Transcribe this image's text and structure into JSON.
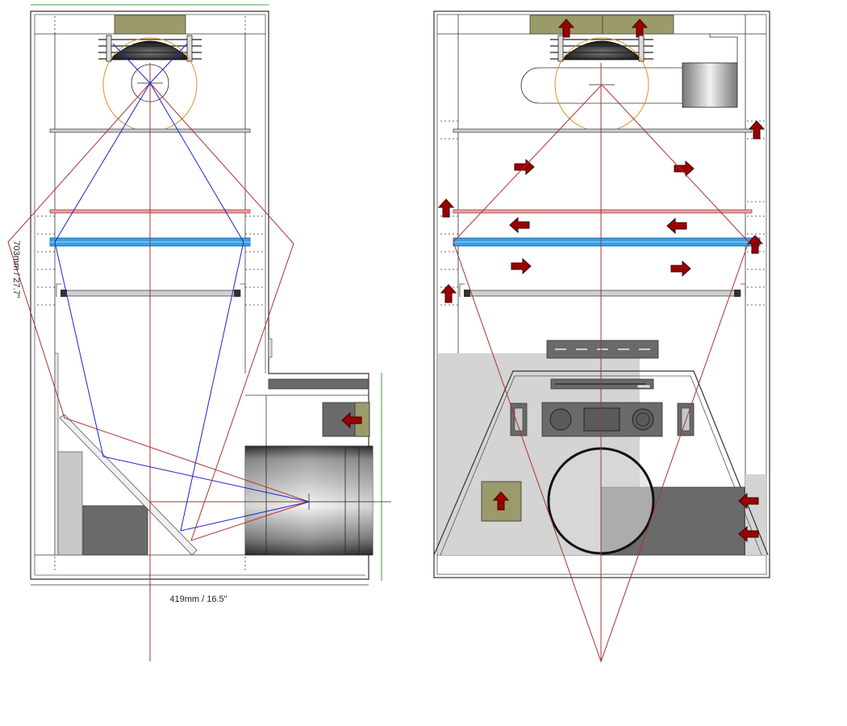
{
  "dimensions": {
    "height_label": "703mm / 27.7\"",
    "width_label": "419mm / 16.5\""
  },
  "views": [
    {
      "name": "side-section-view"
    },
    {
      "name": "front-section-view"
    }
  ],
  "colors": {
    "cabinet_stroke": "#333333",
    "panel_fill": "#c8c8c8",
    "dark_fill": "#6a6a6a",
    "filter_fill": "#9b9a6a",
    "arrow_fill": "#9b0000",
    "ray_red": "#b03030",
    "ray_blue": "#2020d0",
    "circle_orange": "#e09030",
    "blue_panel": "#3aa0e0",
    "pink_panel": "#f0a0a0",
    "green_guide": "#40a040"
  }
}
